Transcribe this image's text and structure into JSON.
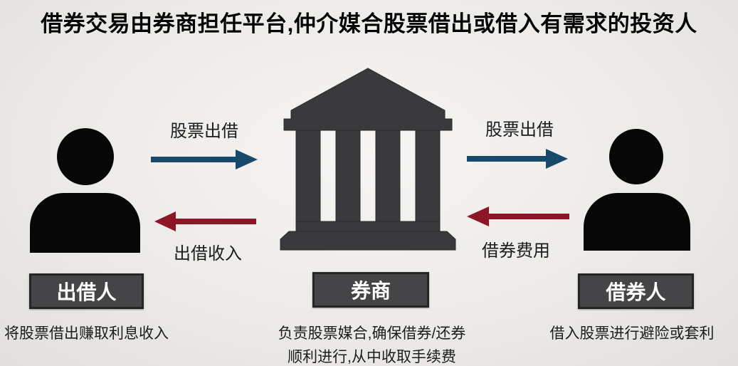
{
  "title": "借券交易由券商担任平台,仲介媒合股票借出或借入有需求的投资人",
  "colors": {
    "background": "#edebe8",
    "arrow_blue": "#17496b",
    "arrow_red": "#8c1626",
    "entity_box_fill": "#454547",
    "entity_box_border": "#252526",
    "bank_icon": "#3a3a3c",
    "person_icon": "#070707",
    "title_text": "#050505"
  },
  "entities": {
    "lender": {
      "label": "出借人",
      "description": "将股票借出赚取利息收入",
      "icon": "person-icon"
    },
    "broker": {
      "label": "券商",
      "description_line1": "负责股票媒合,确保借券/还券",
      "description_line2": "顺利进行,从中收取手续费",
      "icon": "bank-icon"
    },
    "borrower": {
      "label": "借券人",
      "description": "借入股票进行避险或套利",
      "icon": "person-icon"
    }
  },
  "flows": {
    "lender_to_broker": {
      "label": "股票出借",
      "direction": "right",
      "color": "#17496b"
    },
    "broker_to_lender": {
      "label": "出借收入",
      "direction": "left",
      "color": "#8c1626"
    },
    "broker_to_borrower": {
      "label": "股票出借",
      "direction": "right",
      "color": "#17496b"
    },
    "borrower_to_broker": {
      "label": "借券费用",
      "direction": "left",
      "color": "#8c1626"
    }
  }
}
